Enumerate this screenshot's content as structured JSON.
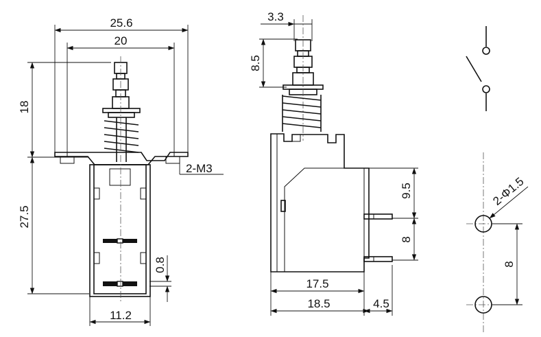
{
  "front_view": {
    "overall_width": "25.6",
    "inner_width": "20",
    "plunger_height": "18",
    "body_height": "27.5",
    "mount_thread": "2-M3",
    "contact_gap": "0.8",
    "body_width": "11.2"
  },
  "side_view": {
    "plunger_width": "3.3",
    "plunger_travel": "8.5",
    "terminal_offset": "9.5",
    "terminal_pitch": "8",
    "body_depth": "17.5",
    "base_depth": "18.5",
    "terminal_length": "4.5"
  },
  "pcb_layout": {
    "hole_spec": "2-Φ1.5",
    "hole_pitch": "8"
  },
  "icons": [
    "switch-symbol-icon",
    "arrow-icon"
  ]
}
